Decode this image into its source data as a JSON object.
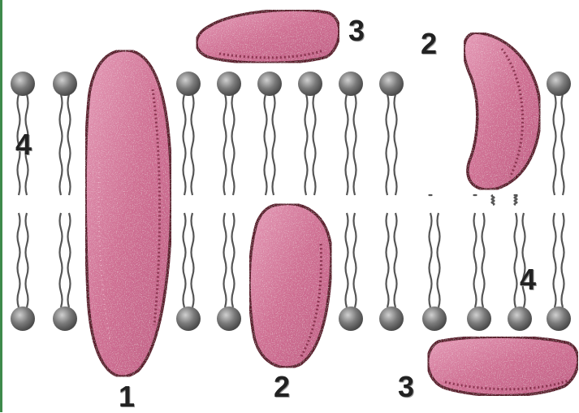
{
  "labels": {
    "integral_protein": "1",
    "semi_integral_top": "2",
    "semi_integral_bottom": "2",
    "peripheral_top": "3",
    "peripheral_bottom": "3",
    "lipid_left": "4",
    "lipid_right": "4"
  },
  "colors": {
    "protein_fill": "#cf6f93",
    "protein_edge": "#5a1a2c",
    "lipid_head": "#6a6a6a",
    "lipid_tail": "#555555",
    "left_edge": "#3e8a4c",
    "label": "#222222"
  }
}
